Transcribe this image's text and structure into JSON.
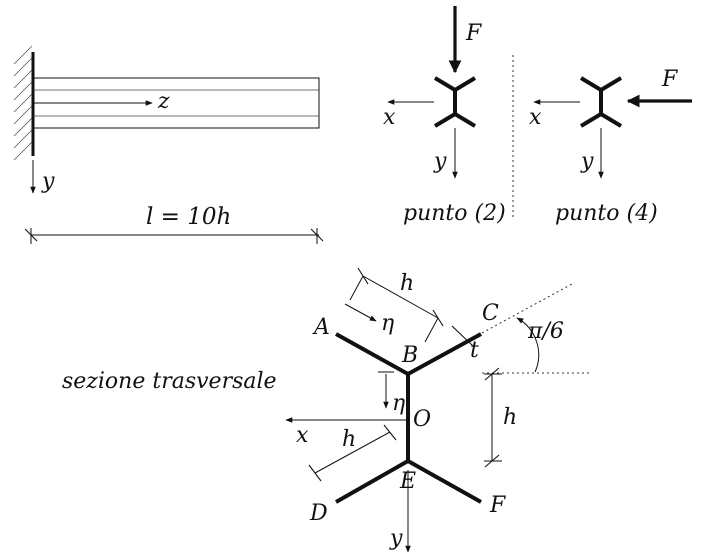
{
  "beam": {
    "axis_z": "z",
    "axis_y": "y",
    "length_label": "l = 10h"
  },
  "point2": {
    "force": "F",
    "axis_x": "x",
    "axis_y": "y",
    "caption": "punto (2)"
  },
  "point4": {
    "force": "F",
    "axis_x": "x",
    "axis_y": "y",
    "caption": "punto (4)"
  },
  "section": {
    "title": "sezione trasversale",
    "points": {
      "A": "A",
      "B": "B",
      "C": "C",
      "D": "D",
      "E": "E",
      "F": "F",
      "O": "O"
    },
    "dim_h_top": "h",
    "dim_h_right": "h",
    "dim_h_left": "h",
    "eta_top": "η",
    "eta_center": "η",
    "thickness": "t",
    "angle": "π/6",
    "axis_x": "x",
    "axis_y": "y"
  }
}
